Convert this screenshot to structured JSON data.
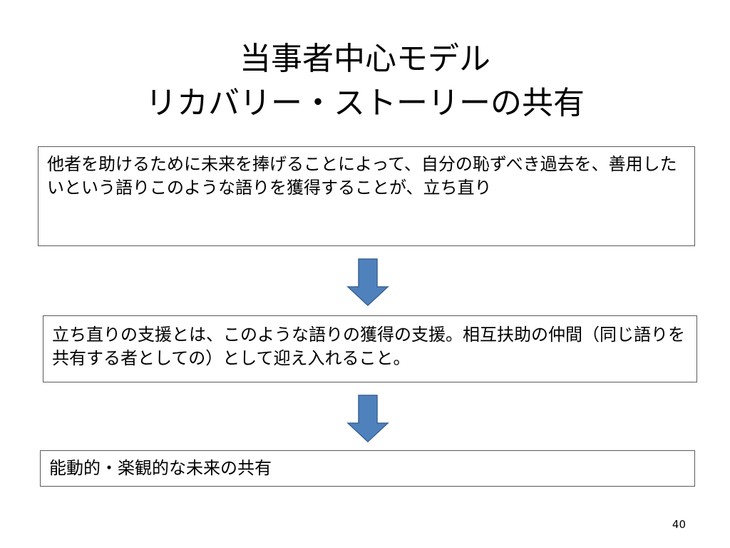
{
  "title": {
    "line1": "当事者中心モデル",
    "line2": "リカバリー・ストーリーの共有"
  },
  "boxes": [
    {
      "text": "他者を助けるために未来を捧げることによって、自分の恥ずべき過去を、善用したいという語りこのような語りを獲得することが、立ち直り"
    },
    {
      "text": "立ち直りの支援とは、このような語りの獲得の支援。相互扶助の仲間（同じ語りを共有する者としての）として迎え入れること。"
    },
    {
      "text": "能動的・楽観的な未来の共有"
    }
  ],
  "arrow_icon": "down-arrow-icon",
  "colors": {
    "arrow_fill": "#4f81bd",
    "arrow_stroke": "#3a6395",
    "box_border": "#5a5a5a"
  },
  "page_number": "40"
}
